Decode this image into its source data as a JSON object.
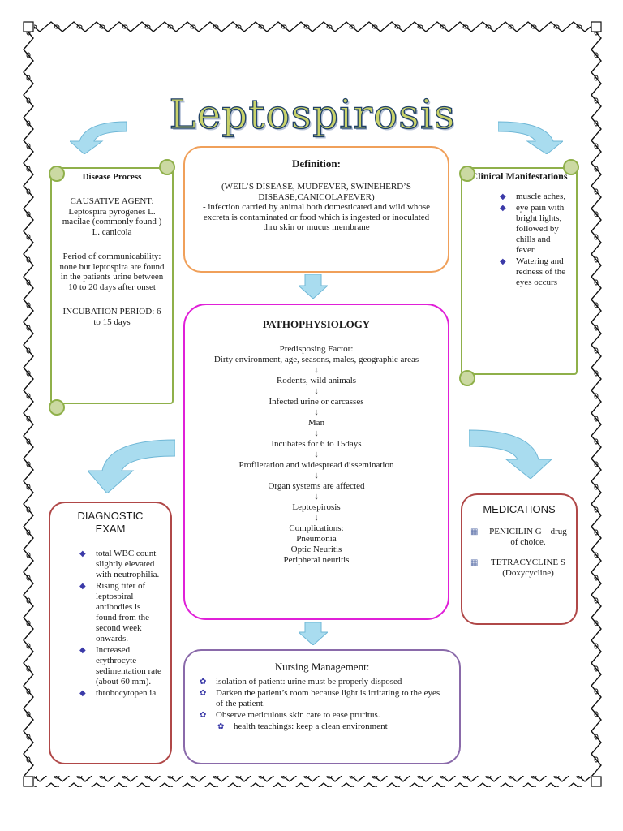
{
  "title": "Leptospirosis",
  "disease_process": {
    "heading": "Disease Process",
    "causative": "CAUSATIVE AGENT: Leptospira pyrogenes L. macilae (commonly found ) L. canicola",
    "period": "Period of communicability: none but leptospira are found in the patients urine between 10 to 20 days after onset",
    "incubation": "INCUBATION PERIOD: 6 to 15 days"
  },
  "definition": {
    "heading": "Definition:",
    "line1": "(WEIL’S DISEASE, MUDFEVER, SWINEHERD’S DISEASE,CANICOLAFEVER)",
    "line2": "- infection carried by animal both domesticated and wild whose excreta is contaminated  or food which is ingested or inoculated thru skin or mucus membrane"
  },
  "clinical": {
    "heading": "Clinical Manifestations",
    "items": [
      "muscle aches,",
      "eye pain with bright lights, followed by chills and fever.",
      "Watering and redness of the eyes occurs"
    ]
  },
  "patho": {
    "heading": "PATHOPHYSIOLOGY",
    "arrow": "↓",
    "factor_label": "Predisposing Factor:",
    "factor_text": "Dirty environment, age, seasons, males, geographic areas",
    "steps": [
      "Rodents, wild animals",
      "Infected urine or carcasses",
      "Man",
      "Incubates for 6 to 15days",
      "Profileration and widespread dissemination",
      "Organ systems are affected",
      "Leptospirosis"
    ],
    "complications_label": "Complications:",
    "complications": [
      "Pneumonia",
      "Optic Neuritis",
      "Peripheral neuritis"
    ]
  },
  "diagnostic": {
    "heading": "DIAGNOSTIC EXAM",
    "items": [
      "total WBC count slightly elevated with neutrophilia.",
      "Rising titer of leptospiral antibodies is found from the second week onwards.",
      "Increased erythrocyte sedimentation rate (about 60 mm).",
      "throbocytopen ia"
    ]
  },
  "medications": {
    "heading": "MEDICATIONS",
    "items": [
      "PENICILIN G – drug of choice.",
      "TETRACYCLINE S (Doxycycline)"
    ]
  },
  "nursing": {
    "heading": "Nursing Management:",
    "items": [
      "isolation of patient: urine must be properly disposed",
      "Darken the patient’s room because light is irritating to the eyes of the patient.",
      "Observe meticulous skin care to ease pruritus."
    ],
    "sub_item": "health teachings: keep a clean environment"
  },
  "colors": {
    "scroll_border": "#8fb04a",
    "definition_border": "#f0a05a",
    "patho_border": "#e020d8",
    "diagnostic_border": "#b04848",
    "nursing_border": "#8a6aaa",
    "arrow_fill": "#a9dcef"
  },
  "icons": {
    "bullet_diamond": "diamond-bullet-icon",
    "bullet_pill": "pill-bullet-icon",
    "bullet_flower": "flower-bullet-icon",
    "arrows": "curved-arrow-icon"
  }
}
